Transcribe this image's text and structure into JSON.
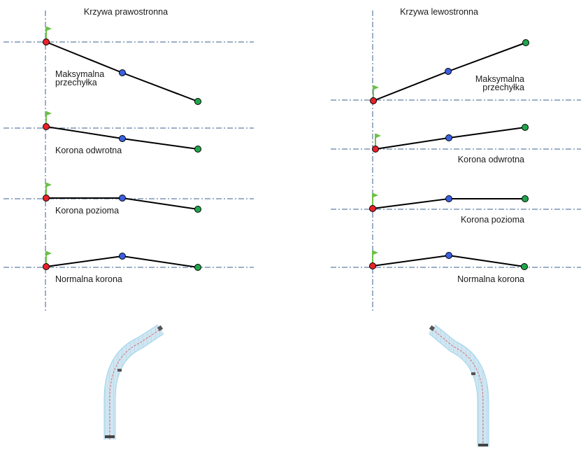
{
  "colors": {
    "axis": "#3b5f8f",
    "line": "#000000",
    "flag": "#6cc04a",
    "point_start": "#e8222a",
    "point_mid": "#3a5fe0",
    "point_end": "#1fa64a",
    "road_outline": "#9fd3ea",
    "road_center": "#e05050"
  },
  "right_panel": {
    "title": "Krzywa prawostronna",
    "rows": [
      {
        "label_lines": [
          "Maksymalna",
          "przechyłka"
        ]
      },
      {
        "label_lines": [
          "Korona odwrotna"
        ]
      },
      {
        "label_lines": [
          "Korona pozioma"
        ]
      },
      {
        "label_lines": [
          "Normalna korona"
        ]
      }
    ]
  },
  "left_panel": {
    "title": "Krzywa lewostronna",
    "rows": [
      {
        "label_lines": [
          "Maksymalna",
          "przechyłka"
        ]
      },
      {
        "label_lines": [
          "Korona odwrotna"
        ]
      },
      {
        "label_lines": [
          "Korona pozioma"
        ]
      },
      {
        "label_lines": [
          "Normalna korona"
        ]
      }
    ]
  },
  "icons": {
    "flag": "flag-icon",
    "road_right": "curved-road-right-icon",
    "road_left": "curved-road-left-icon"
  }
}
